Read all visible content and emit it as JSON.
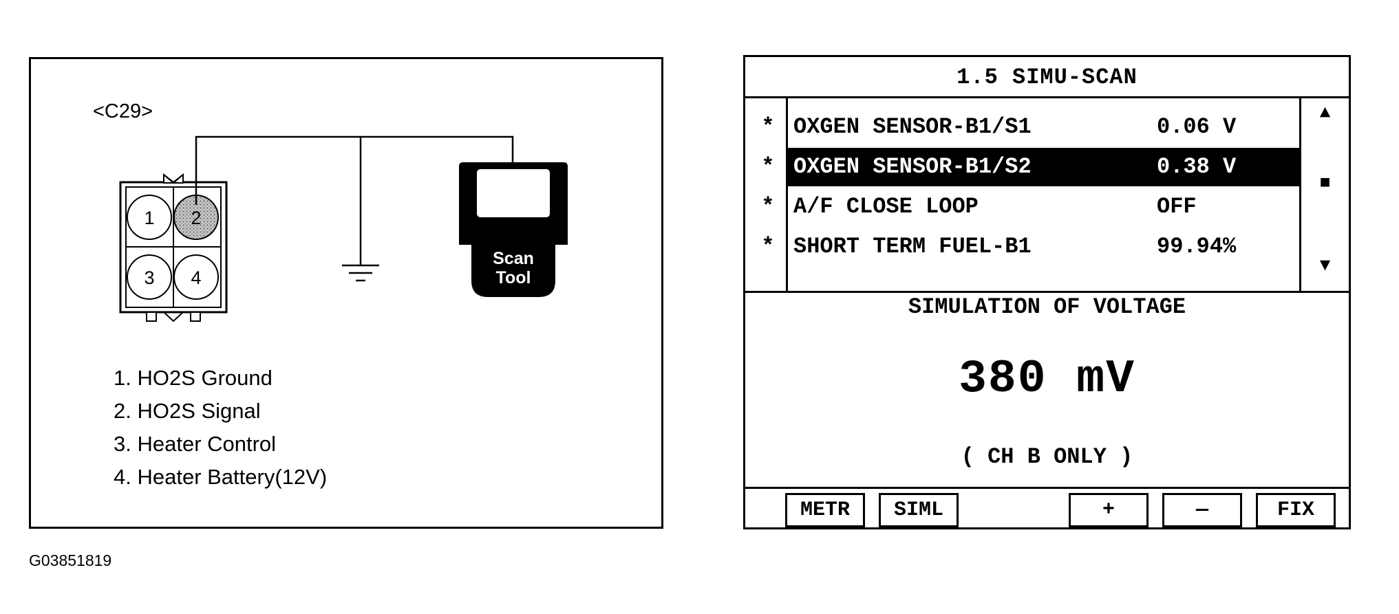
{
  "diagram": {
    "connector_label": "<C29>",
    "pins": [
      {
        "number": "1",
        "shaded": false
      },
      {
        "number": "2",
        "shaded": true
      },
      {
        "number": "3",
        "shaded": false
      },
      {
        "number": "4",
        "shaded": false
      }
    ],
    "scan_tool": {
      "line1": "Scan",
      "line2": "Tool"
    },
    "legend": [
      "1. HO2S Ground",
      "2. HO2S Signal",
      "3. Heater Control",
      "4. Heater Battery(12V)"
    ],
    "figure_id": "G03851819"
  },
  "scan_screen": {
    "title": "1.5 SIMU-SCAN",
    "rows": [
      {
        "marker": "*",
        "name": "OXGEN SENSOR-B1/S1",
        "value": "0.06 V",
        "selected": false
      },
      {
        "marker": "*",
        "name": "OXGEN SENSOR-B1/S2",
        "value": "0.38 V",
        "selected": true
      },
      {
        "marker": "*",
        "name": "A/F CLOSE LOOP",
        "value": "OFF",
        "selected": false
      },
      {
        "marker": "*",
        "name": "SHORT TERM FUEL-B1",
        "value": "99.94%",
        "selected": false
      }
    ],
    "scroll_icons": [
      "scroll-up-icon",
      "scroll-thumb-icon",
      "scroll-down-icon"
    ],
    "simulation_label": "SIMULATION OF VOLTAGE",
    "simulation_value": "380 mV",
    "simulation_channel": "( CH B ONLY )",
    "softkeys": [
      "METR",
      "SIML",
      "+",
      "—",
      "FIX"
    ]
  }
}
